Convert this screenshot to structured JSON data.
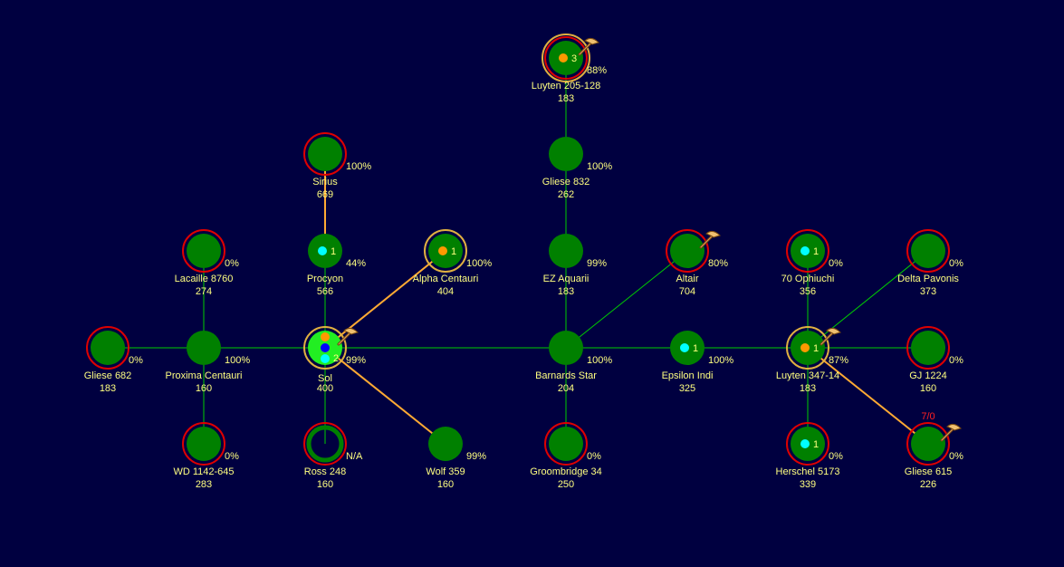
{
  "colors": {
    "background": "#000040",
    "planet_fill": "#008000",
    "home_fill": "#22ee22",
    "text": "#ffff80",
    "lane_normal": "#00cc00",
    "lane_supply": "#ffaa33",
    "ring_red": "#dd0000",
    "ring_gold": "#e0b040",
    "hostile_text": "#ff2020",
    "marker_orange": "#ff9900",
    "marker_cyan": "#00ffff",
    "marker_blue": "#0000ff"
  },
  "systems": [
    {
      "id": "luyten205",
      "name": "Luyten 205-128",
      "value": "183",
      "pct": "88%",
      "ring": "red-gold",
      "dot": "orange",
      "count": "3",
      "fleet": true
    },
    {
      "id": "sirius",
      "name": "Sirius",
      "value": "669",
      "pct": "100%",
      "ring": "red"
    },
    {
      "id": "gliese832",
      "name": "Gliese 832",
      "value": "262",
      "pct": "100%"
    },
    {
      "id": "lacaille",
      "name": "Lacaille 8760",
      "value": "274",
      "pct": "0%",
      "ring": "red"
    },
    {
      "id": "procyon",
      "name": "Procyon",
      "value": "566",
      "pct": "44%",
      "dot": "cyan",
      "count": "1"
    },
    {
      "id": "alphacen",
      "name": "Alpha Centauri",
      "value": "404",
      "pct": "100%",
      "ring": "gold",
      "dot": "orange",
      "count": "1"
    },
    {
      "id": "ezaquarii",
      "name": "EZ Aquarii",
      "value": "183",
      "pct": "99%"
    },
    {
      "id": "altair",
      "name": "Altair",
      "value": "704",
      "pct": "80%",
      "ring": "red",
      "fleet": true
    },
    {
      "id": "ophiuchi",
      "name": "70 Ophiuchi",
      "value": "356",
      "pct": "0%",
      "ring": "red",
      "dot": "cyan",
      "count": "1"
    },
    {
      "id": "deltapav",
      "name": "Delta Pavonis",
      "value": "373",
      "pct": "0%",
      "ring": "red"
    },
    {
      "id": "gliese682",
      "name": "Gliese 682",
      "value": "183",
      "pct": "0%",
      "ring": "red"
    },
    {
      "id": "proxima",
      "name": "Proxima Centauri",
      "value": "160",
      "pct": "100%"
    },
    {
      "id": "sol",
      "name": "Sol",
      "value": "400",
      "pct": "99%",
      "ring": "gold",
      "home": true,
      "fleet": true,
      "count": "2"
    },
    {
      "id": "barnards",
      "name": "Barnards Star",
      "value": "204",
      "pct": "100%"
    },
    {
      "id": "epsindi",
      "name": "Epsilon Indi",
      "value": "325",
      "pct": "100%",
      "dot": "cyan",
      "count": "1"
    },
    {
      "id": "luyten347",
      "name": "Luyten 347-14",
      "value": "183",
      "pct": "87%",
      "ring": "gold",
      "dot": "orange",
      "count": "1",
      "fleet": true
    },
    {
      "id": "gj1224",
      "name": "GJ 1224",
      "value": "160",
      "pct": "0%",
      "ring": "red"
    },
    {
      "id": "wd1142",
      "name": "WD 1142-645",
      "value": "283",
      "pct": "0%",
      "ring": "red"
    },
    {
      "id": "ross248",
      "name": "Ross 248",
      "value": "160",
      "pct": "N/A",
      "ring": "red",
      "hollow": true
    },
    {
      "id": "wolf359",
      "name": "Wolf 359",
      "value": "160",
      "pct": "99%"
    },
    {
      "id": "groombridge",
      "name": "Groombridge 34",
      "value": "250",
      "pct": "0%",
      "ring": "red"
    },
    {
      "id": "herschel",
      "name": "Herschel 5173",
      "value": "339",
      "pct": "0%",
      "ring": "red",
      "dot": "cyan",
      "count": "1"
    },
    {
      "id": "gliese615",
      "name": "Gliese 615",
      "value": "226",
      "pct": "0%",
      "ring": "red",
      "fleet": true,
      "alert": "7/0"
    }
  ],
  "lanes": [
    {
      "from": "gliese682",
      "to": "proxima",
      "kind": "normal"
    },
    {
      "from": "proxima",
      "to": "sol",
      "kind": "normal"
    },
    {
      "from": "proxima",
      "to": "lacaille",
      "kind": "normal"
    },
    {
      "from": "proxima",
      "to": "wd1142",
      "kind": "normal"
    },
    {
      "from": "sol",
      "to": "procyon",
      "kind": "normal"
    },
    {
      "from": "procyon",
      "to": "sirius",
      "kind": "supply"
    },
    {
      "from": "sol",
      "to": "alphacen",
      "kind": "supply"
    },
    {
      "from": "sol",
      "to": "wolf359",
      "kind": "supply"
    },
    {
      "from": "sol",
      "to": "ross248",
      "kind": "normal"
    },
    {
      "from": "sol",
      "to": "barnards",
      "kind": "normal"
    },
    {
      "from": "barnards",
      "to": "ezaquarii",
      "kind": "normal"
    },
    {
      "from": "ezaquarii",
      "to": "gliese832",
      "kind": "normal"
    },
    {
      "from": "gliese832",
      "to": "luyten205",
      "kind": "normal"
    },
    {
      "from": "barnards",
      "to": "altair",
      "kind": "normal"
    },
    {
      "from": "barnards",
      "to": "groombridge",
      "kind": "normal"
    },
    {
      "from": "barnards",
      "to": "epsindi",
      "kind": "normal"
    },
    {
      "from": "epsindi",
      "to": "luyten347",
      "kind": "normal"
    },
    {
      "from": "luyten347",
      "to": "ophiuchi",
      "kind": "normal"
    },
    {
      "from": "luyten347",
      "to": "deltapav",
      "kind": "normal"
    },
    {
      "from": "luyten347",
      "to": "gj1224",
      "kind": "normal"
    },
    {
      "from": "luyten347",
      "to": "herschel",
      "kind": "normal"
    },
    {
      "from": "luyten347",
      "to": "gliese615",
      "kind": "supply"
    }
  ]
}
